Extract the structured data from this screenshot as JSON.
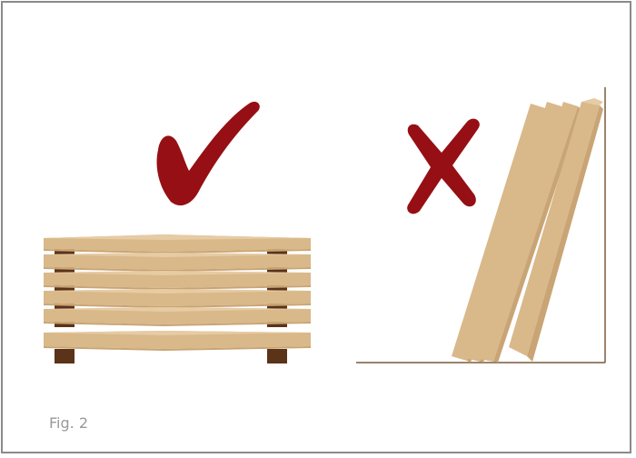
{
  "caption": "Fig. 2",
  "colors": {
    "wood": "#d9b88a",
    "wood_light": "#e6cba3",
    "wood_shade": "#c9a474",
    "spacer": "#5a3318",
    "check": "#960f14",
    "cross": "#960f14",
    "wall": "#7a5a3c",
    "frame": "#8a8a8a"
  },
  "panels": [
    {
      "id": "correct-storage",
      "mark": "check-icon",
      "stacked_boards": 6
    },
    {
      "id": "incorrect-storage",
      "mark": "cross-icon",
      "leaning_boards": 4
    }
  ]
}
